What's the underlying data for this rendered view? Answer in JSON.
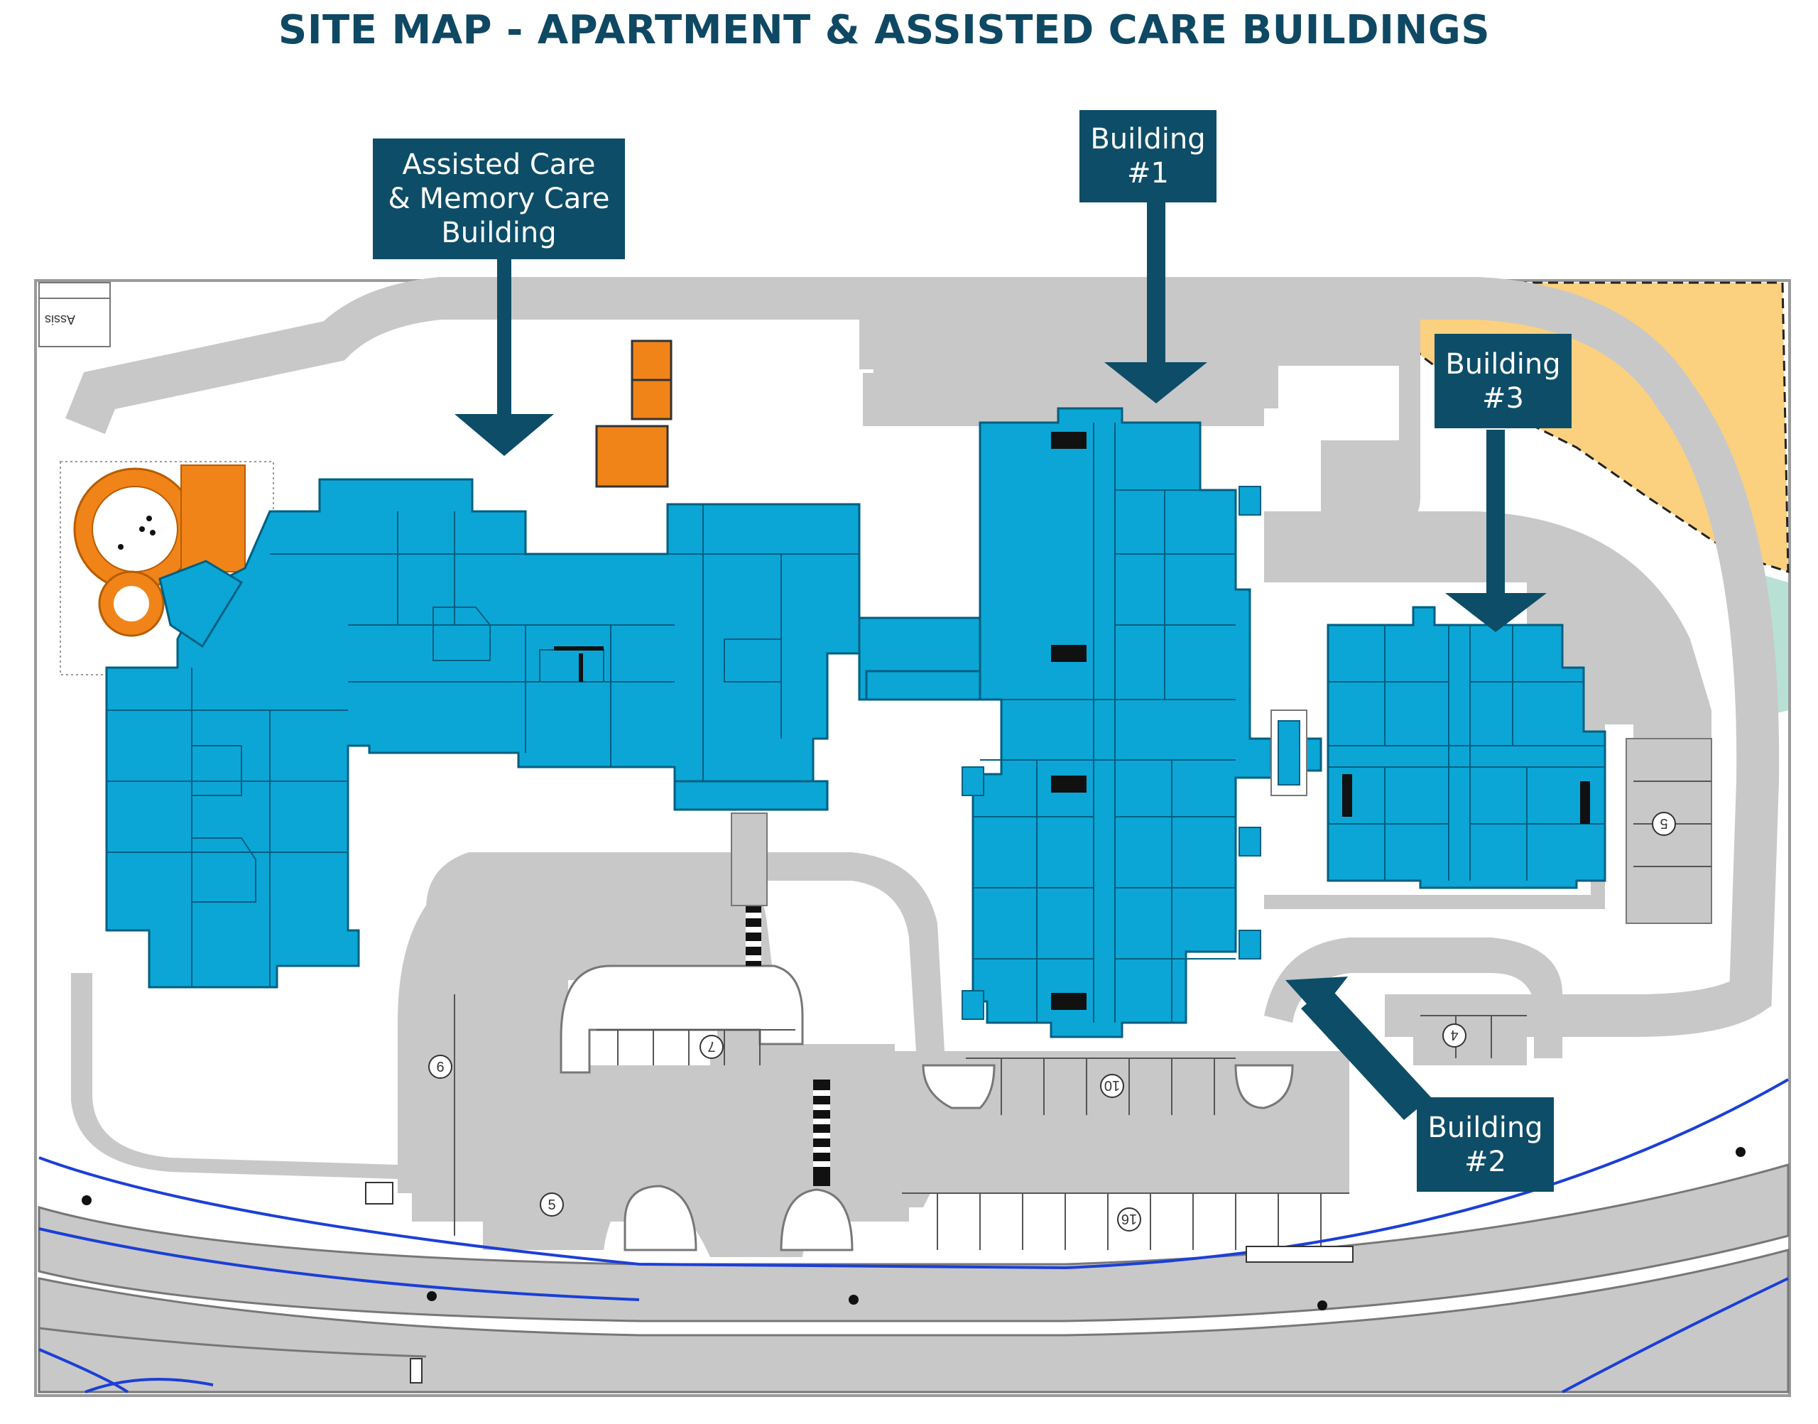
{
  "title": "SITE MAP - APARTMENT & ASSISTED CARE BUILDINGS",
  "callouts": {
    "assisted": {
      "line1": "Assisted Care",
      "line2": "& Memory Care",
      "line3": "Building"
    },
    "building1": {
      "line1": "Building",
      "line2": "#1"
    },
    "building3": {
      "line1": "Building",
      "line2": "#3"
    },
    "building2": {
      "line1": "Building",
      "line2": "#2"
    }
  },
  "parking": {
    "lot_a": "6",
    "lot_b": "7",
    "lot_c": "5",
    "lot_d": "10",
    "lot_e": "16",
    "lot_f": "4",
    "lot_g": "5"
  },
  "corner_text": "Assis",
  "colors": {
    "title": "#0f4863",
    "callout": "#0d4d68",
    "building": "#0ba6d6",
    "pavement": "#c8c8c8",
    "amenity": "#f08418",
    "adjacent_lot": "#fbd17f",
    "utility_line": "#1b3fd6"
  }
}
